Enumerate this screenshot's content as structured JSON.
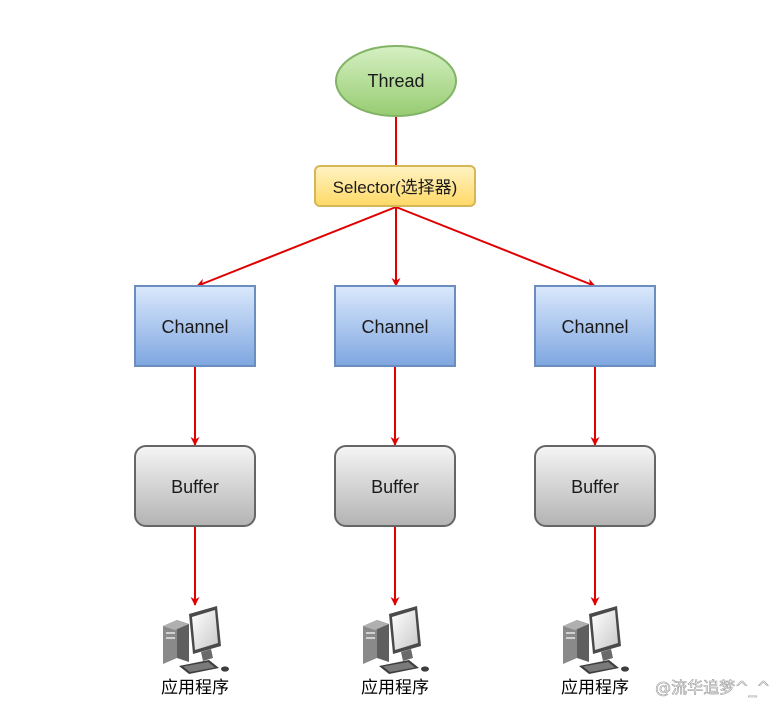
{
  "thread": {
    "label": "Thread"
  },
  "selector": {
    "label": "Selector(选择器)"
  },
  "channels": [
    {
      "label": "Channel"
    },
    {
      "label": "Channel"
    },
    {
      "label": "Channel"
    }
  ],
  "buffers": [
    {
      "label": "Buffer"
    },
    {
      "label": "Buffer"
    },
    {
      "label": "Buffer"
    }
  ],
  "apps": [
    {
      "label": "应用程序",
      "icon": "computer-icon"
    },
    {
      "label": "应用程序",
      "icon": "computer-icon"
    },
    {
      "label": "应用程序",
      "icon": "computer-icon"
    }
  ],
  "watermark": "@流华追梦^_^",
  "colors": {
    "edge": "#e00000",
    "thread_fill": "#a9d68b",
    "thread_stroke": "#82b366",
    "selector_fill": "#ffe08a",
    "selector_stroke": "#d6b656",
    "channel_fill": "#93b4e8",
    "channel_stroke": "#6c8ebf",
    "buffer_fill": "#d2d2d2",
    "buffer_stroke": "#666666"
  }
}
